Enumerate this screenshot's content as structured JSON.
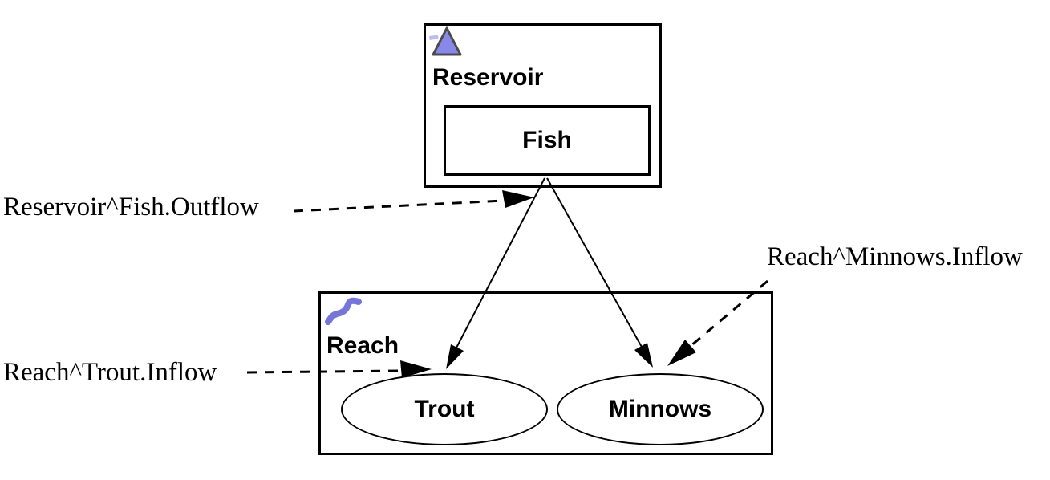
{
  "diagram": {
    "background_color": "#ffffff",
    "line_color": "#000000",
    "icon_fill_color": "#8888e8",
    "icon_tick_color": "#bcbcf2",
    "reach_icon_color": "#7575dd",
    "nodes": {
      "reservoir": {
        "label": "Reservoir",
        "icon": "reservoir-triangle-icon"
      },
      "fish": {
        "label": "Fish"
      },
      "reach": {
        "label": "Reach",
        "icon": "river-reach-icon"
      },
      "trout": {
        "label": "Trout"
      },
      "minnows": {
        "label": "Minnows"
      }
    },
    "connector_labels": {
      "fish_outflow": "Reservoir^Fish.Outflow",
      "trout_inflow": "Reach^Trout.Inflow",
      "minnows_inflow": "Reach^Minnows.Inflow"
    }
  }
}
